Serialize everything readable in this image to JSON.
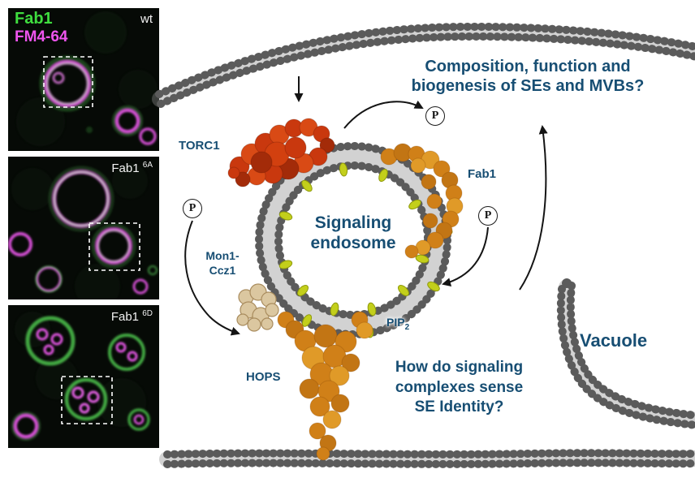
{
  "micrographs": [
    {
      "channel1": "Fab1",
      "channel2": "FM4-64",
      "condition": "wt"
    },
    {
      "condition": "Fab1",
      "condition_sup": "6A"
    },
    {
      "condition": "Fab1",
      "condition_sup": "6D"
    }
  ],
  "diagram": {
    "center_label": "Signaling endosome",
    "center_label_lines": [
      "Signaling",
      "endosome"
    ],
    "torc1_label": "TORC1",
    "fab1_label": "Fab1",
    "mon1_ccz1_lines": [
      "Mon1-",
      "Ccz1"
    ],
    "hops_label": "HOPS",
    "pip2_base": "PIP",
    "pip2_sub": "2",
    "phospho_badge": "P",
    "question_top": "Composition, function and biogenesis of SEs and MVBs?",
    "question_top_lines": [
      "Composition, function and",
      "biogenesis of SEs and MVBs?"
    ],
    "question_bottom": "How do signaling complexes sense SE Identity?",
    "question_bottom_lines": [
      "How do signaling",
      "complexes sense",
      "SE Identity?"
    ],
    "vacuole_label": "Vacuole"
  },
  "colors": {
    "membrane_gray": "#5b5b5b",
    "torc1_red": "#c9380e",
    "fab1_hops_orange": "#d4831b",
    "mon1_tan": "#dbc7a0",
    "pip2_yellow_green": "#c3cf1b",
    "text_blue": "#174e73",
    "fab1_label_green": "#3fdd3f",
    "fm464_magenta": "#ee55ee"
  }
}
